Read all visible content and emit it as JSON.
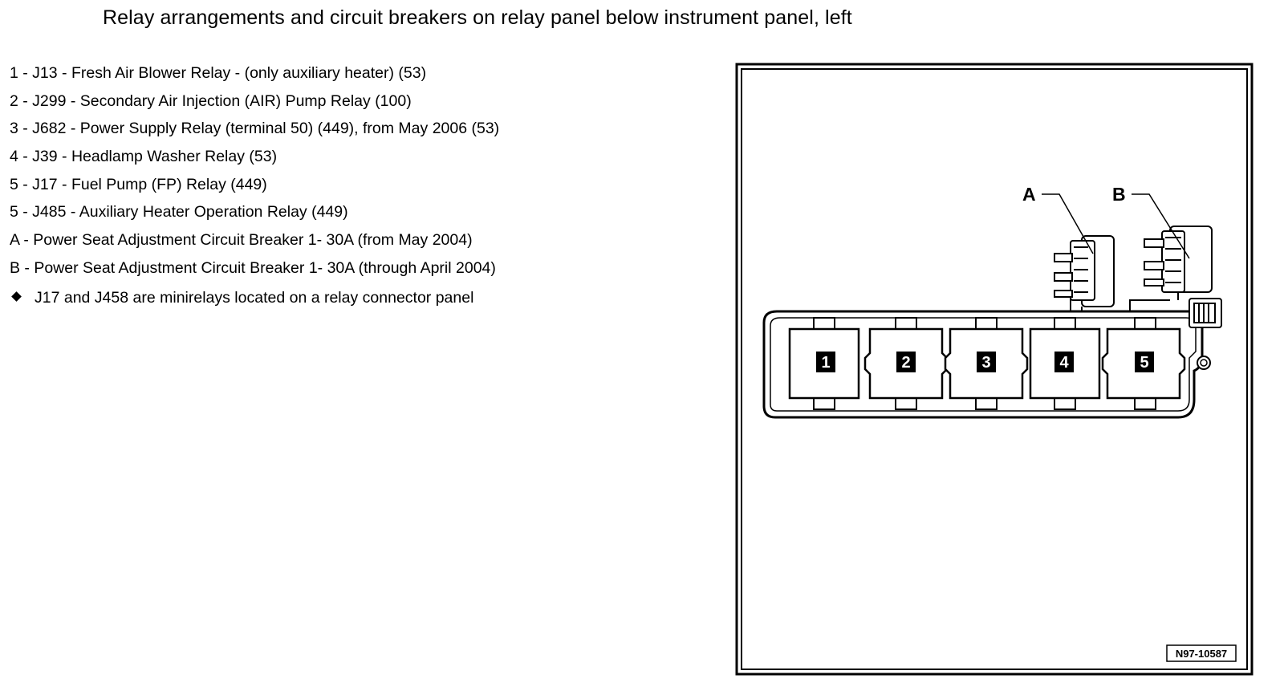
{
  "title": "Relay arrangements and circuit breakers on relay panel below instrument panel, left",
  "legend": [
    "1 - J13 - Fresh Air Blower Relay - (only auxiliary heater) (53)",
    "2 - J299 - Secondary Air Injection (AIR) Pump Relay (100)",
    "3 - J682 - Power Supply Relay (terminal 50) (449), from May 2006 (53)",
    "4 - J39 - Headlamp Washer Relay (53)",
    "5 - J17 - Fuel Pump (FP) Relay (449)",
    "5 - J485 - Auxiliary Heater Operation Relay (449)",
    "A - Power Seat Adjustment Circuit Breaker 1- 30A (from May 2004)",
    "B - Power Seat Adjustment Circuit Breaker 1- 30A (through April 2004)"
  ],
  "note": "J17 and J458 are minirelays located on a relay connector panel",
  "diagram": {
    "relay_numbers": [
      "1",
      "2",
      "3",
      "4",
      "5"
    ],
    "breaker_labels": [
      "A",
      "B"
    ],
    "figure_id": "N97-10587"
  }
}
